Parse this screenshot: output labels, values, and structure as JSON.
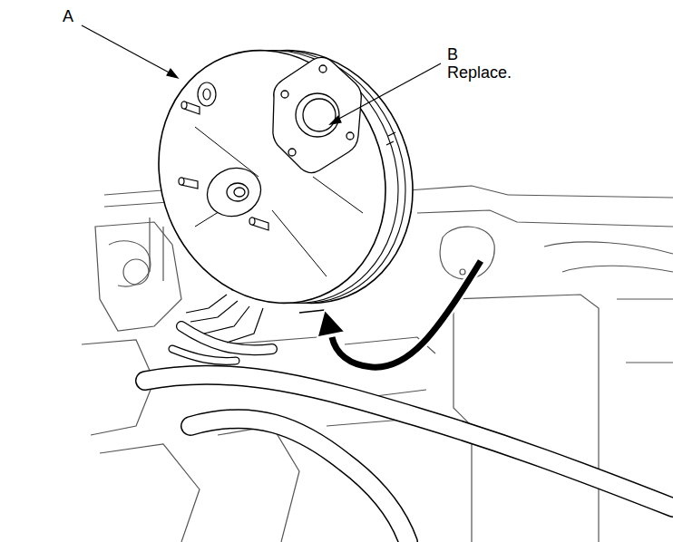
{
  "diagram": {
    "labels": [
      "A",
      "B",
      "Replace."
    ]
  }
}
